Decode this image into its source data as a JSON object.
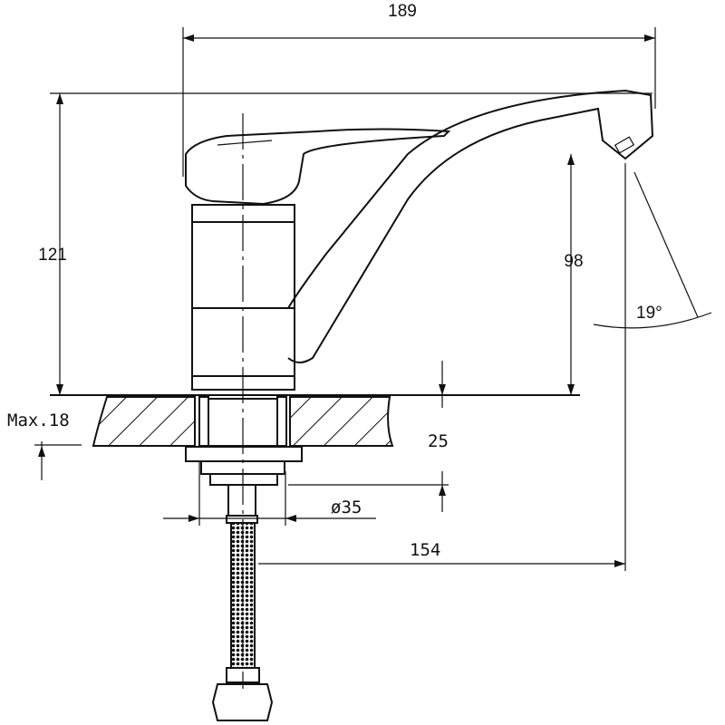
{
  "drawing": {
    "title": "Faucet dimension drawing",
    "dimensions": {
      "total_length": "189",
      "total_height": "121",
      "spout_height": "98",
      "spout_angle": "19°",
      "max_countertop": "Max.18",
      "base_thickness": "25",
      "base_diameter": "ø35",
      "spout_reach": "154"
    }
  }
}
